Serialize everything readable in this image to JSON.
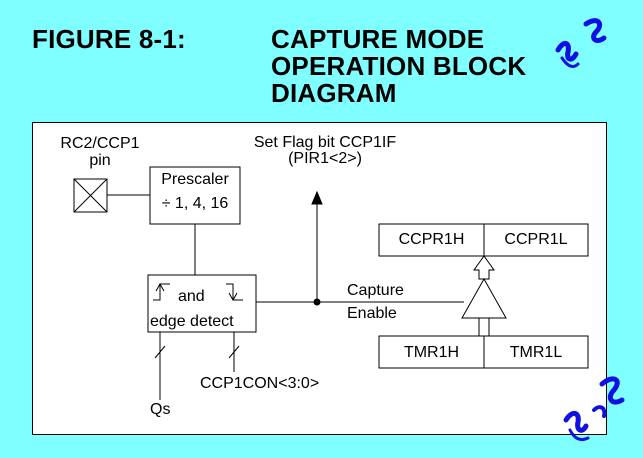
{
  "figure": {
    "label": "FIGURE 8-1:",
    "title_lines": [
      "CAPTURE MODE",
      "OPERATION BLOCK",
      "DIAGRAM"
    ]
  },
  "diagram": {
    "pin_label_line1": "RC2/CCP1",
    "pin_label_line2": "pin",
    "prescaler_title": "Prescaler",
    "prescaler_values": "÷ 1, 4, 16",
    "flag_line1": "Set Flag bit CCP1IF",
    "flag_line2": "(PIR1<2>)",
    "edge_and": "and",
    "edge_detect": "edge detect",
    "capture_line1": "Capture",
    "capture_line2": "Enable",
    "ccpr1h": "CCPR1H",
    "ccpr1l": "CCPR1L",
    "tmr1h": "TMR1H",
    "tmr1l": "TMR1L",
    "ccp1con": "CCP1CON<3:0>",
    "qs": "Qs"
  },
  "colors": {
    "background": "#7FFFFF",
    "frame": "#FFFFFF",
    "squiggle": "#1010E0"
  }
}
